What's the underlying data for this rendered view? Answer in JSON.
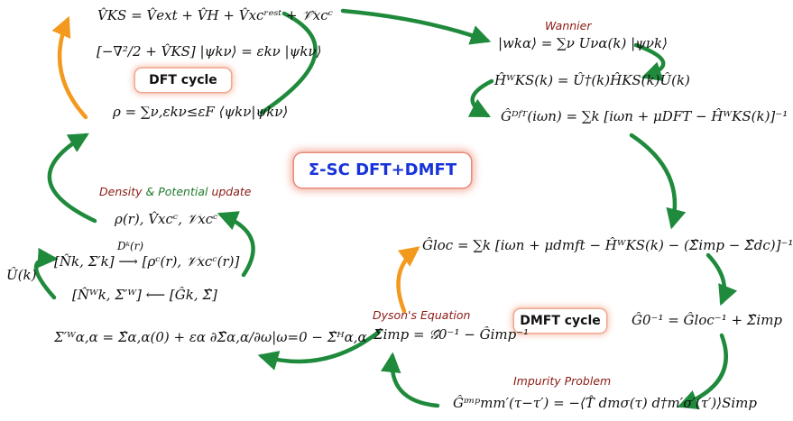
{
  "title": "Σ-SC DFT+DMFT",
  "cycles": {
    "dft": "DFT cycle",
    "dmft": "DMFT cycle"
  },
  "labels": {
    "wannier": "Wannier",
    "density_update": {
      "density": "Density",
      "amp": "&",
      "potential": "Potential",
      "update": "update"
    },
    "dyson": "Dyson's Equation",
    "impurity": "Impurity Problem"
  },
  "equations": {
    "vks": "V̂KS = V̂ext + V̂H + V̂xcʳᵉˢᵗ + 𝒱̂xcᶜ",
    "ks_eq": "[−∇²/2 + V̂KS] |ψkν⟩ = εkν |ψkν⟩",
    "rho": "ρ = ∑ν,εkν≤εF ⟨ψkν|ψkν⟩",
    "wannier_fn": "|wkα⟩ = ∑ν Uνα(k) |ψνk⟩",
    "h_wannier": "ĤᵂKS(k) = Û†(k)ĤKS(k)Û(k)",
    "g_dft": "Ĝᴰᶠᵀ(iωn) = ∑k [iωn + μDFT − ĤᵂKS(k)]⁻¹",
    "g_loc": "Ĝloc = ∑k [iωn + μdmft − ĤᵂKS(k) − (Σ̂imp − Σ̂dc)]⁻¹",
    "g0_inv": "Ĝ0⁻¹ = Ĝloc⁻¹ + Σ̂imp",
    "g_imp": "Ĝᶦᵐᵖmm′(τ−τ′) = −⟨T̂ dmσ(τ) d†m′σ′(τ′)⟩Simp",
    "sigma_imp": "Σ̂imp = 𝒢̂0⁻¹ − Ĝimp⁻¹",
    "sigma_prime": "Σ′ᵂα,α = Σ̂α,α(0) + εα ∂Σ̂α,α/∂ω|ω=0 − Σ̂ᴴα,α",
    "nk_w": "[N̂ᵂk, Σ′ᵂ] ⟵ [Ĝk, Σ̂]",
    "nk": "[N̂k, Σ′k] ⟶ [ρᶜ(r), 𝒱xcᶜ(r)]",
    "dk": "Dᵏ(r)",
    "u_k": "Û(k)",
    "rho_v": "ρ(r), V̂xcᶜ, 𝒱xcᶜ"
  },
  "colors": {
    "green_arrow": "#1f8a3b",
    "orange_arrow": "#f39a1e",
    "red_label": "#8b1a12",
    "green_label": "#1f7a2a",
    "title_blue": "#1733d9"
  }
}
